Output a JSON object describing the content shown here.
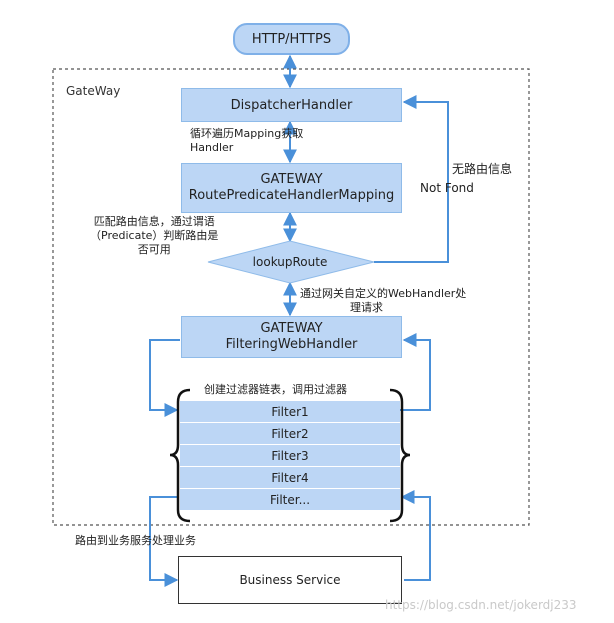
{
  "top_node": "HTTP/HTTPS",
  "gateway_label": "GateWay",
  "dispatcher": "DispatcherHandler",
  "route_mapping": {
    "line1": "GATEWAY",
    "line2": "RoutePredicateHandlerMapping"
  },
  "lookup": "lookupRoute",
  "filtering": {
    "line1": "GATEWAY",
    "line2": "FilteringWebHandler"
  },
  "chain_label": "创建过滤器链表，调用过滤器",
  "filters": [
    "Filter1",
    "Filter2",
    "Filter3",
    "Filter4",
    "Filter..."
  ],
  "business": "Business Service",
  "notes": {
    "loop_mapping_1": "循环遍历Mapping获取",
    "loop_mapping_2": "Handler",
    "no_route_1": "无路由信息",
    "no_route_2": "Not Fond",
    "match_1": "匹配路由信息，通过谓语",
    "match_2": "（Predicate）判断路由是",
    "match_3": "否可用",
    "custom_1": "通过网关自定义的WebHandler处",
    "custom_2": "理请求",
    "route_business": "路由到业务服务处理业务"
  },
  "watermark": "https://blog.csdn.net/jokerdj233",
  "colors": {
    "box_fill": "#bcd6f5",
    "box_border": "#8fbbe9",
    "arrow": "#4a90d9",
    "dashed_border": "#555555"
  }
}
